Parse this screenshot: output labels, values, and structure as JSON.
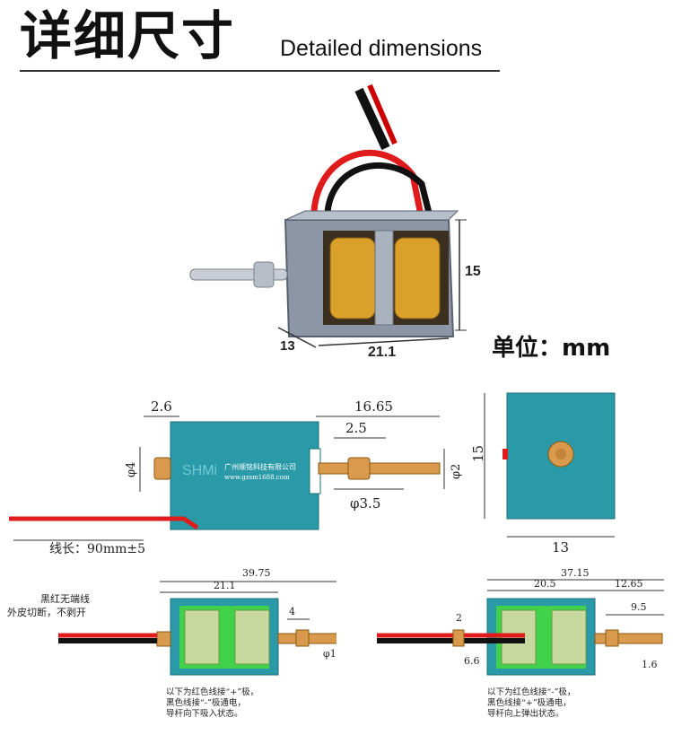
{
  "header": {
    "title_cn": "详细尺寸",
    "title_en": "Detailed dimensions"
  },
  "photo": {
    "dim_height": "15",
    "dim_depth": "13",
    "dim_length": "21.1",
    "unit_label": "单位：mm"
  },
  "side_view": {
    "dim_a": "2.6",
    "dim_b": "16.65",
    "dim_c": "2.5",
    "dim_d": "φ4",
    "dim_e": "φ2",
    "dim_f": "φ3.5",
    "brand": "SHMi",
    "company": "广州顺铭科技有限公司",
    "website": "www.gzsm1688.com",
    "wire_length": "线长：90mm±5"
  },
  "end_view": {
    "dim_height": "15",
    "dim_width": "13"
  },
  "pull_view": {
    "dim_total": "39.75",
    "dim_body": "21.1",
    "dim_stroke": "4",
    "dim_pin": "φ1",
    "wire_note_1": "黑红无端线",
    "wire_note_2": "外皮切断，不剥开",
    "caption_1": "以下为红色线接“+”极，",
    "caption_2": "黑色线接“-”极通电，",
    "caption_3": "导杆向下吸入状态。"
  },
  "push_view": {
    "dim_total": "37.15",
    "dim_body": "20.5",
    "dim_rod": "12.65",
    "dim_rod2": "9.5",
    "dim_collar": "2",
    "dim_left": "6.6",
    "dim_tip": "1.6",
    "caption_1": "以下为红色线接“-”极，",
    "caption_2": "黑色线接“+”极通电，",
    "caption_3": "导杆向上弹出状态。"
  },
  "colors": {
    "body_teal": "#2a9aa8",
    "coil_green": "#3fd24a",
    "brass": "#d99a4e",
    "wire_red": "#e01b1b"
  }
}
